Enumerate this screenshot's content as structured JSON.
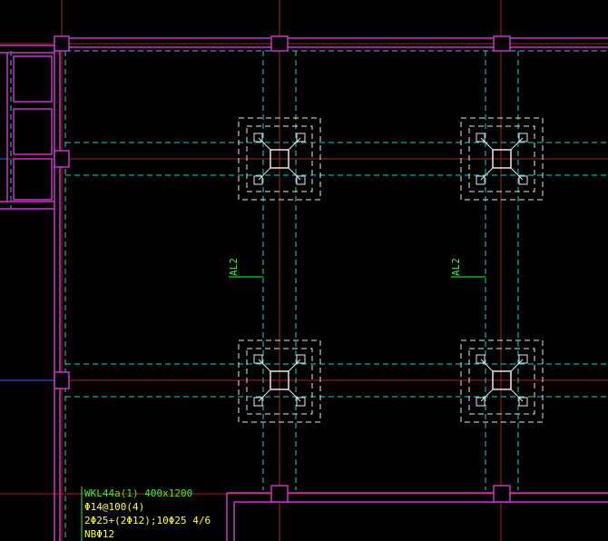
{
  "colors": {
    "background": "#000000",
    "wall": "#cc33cc",
    "dashed": "#22cccc",
    "axis": "#aa2222",
    "pile_cap": "#e8e8e8",
    "annotation": "#33ee33",
    "blue_line": "#3366ff"
  },
  "drawing": {
    "annotation_left": "AL2",
    "annotation_right": "AL2",
    "beam_note": {
      "line1": "WKL44a(1) 400x1200",
      "line2": "Φ14@100(4)",
      "line3": "2Φ25+(2Φ12);10Φ25 4/6",
      "line4": "NBΦ12"
    }
  }
}
